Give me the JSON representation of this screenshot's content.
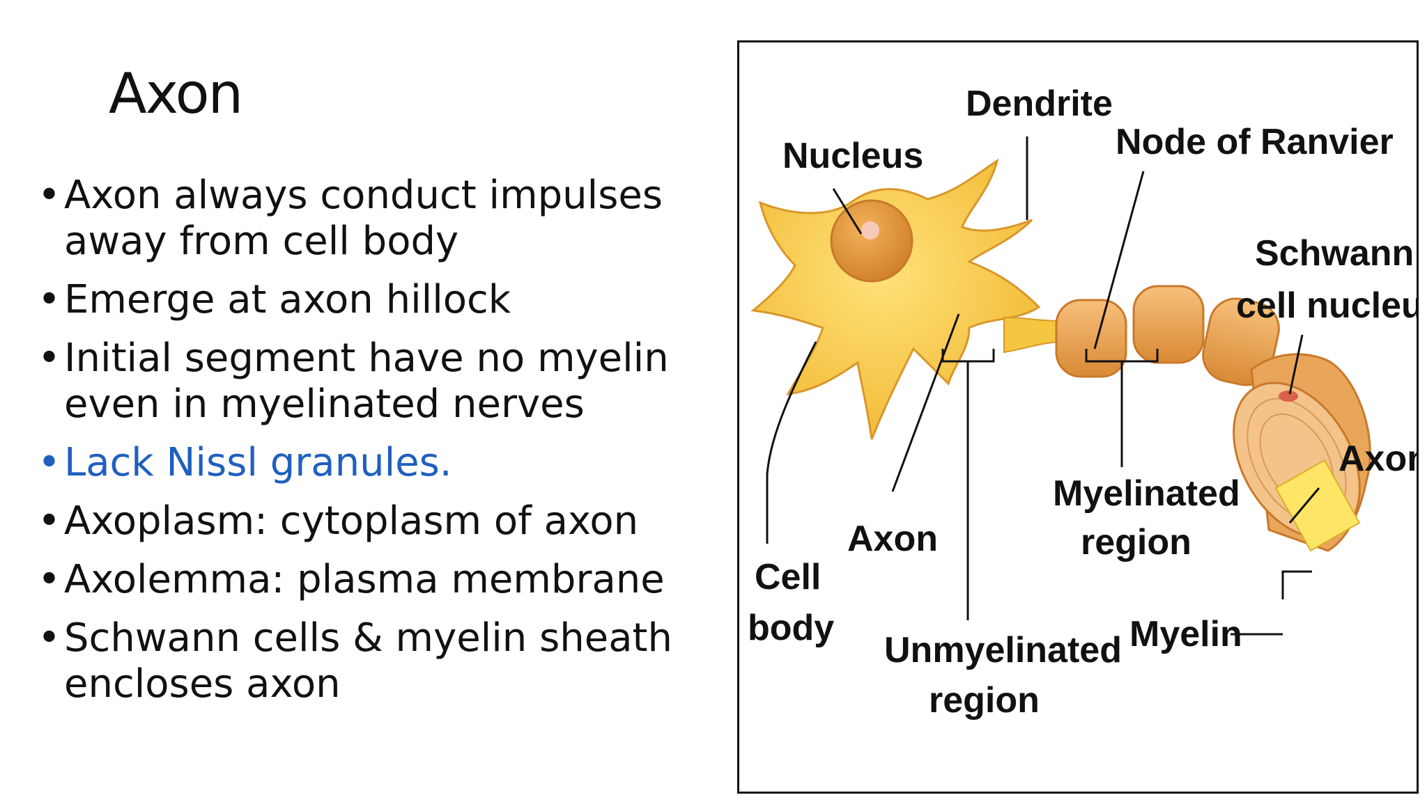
{
  "slide": {
    "title": "Axon",
    "bullets": [
      {
        "text": "Axon always conduct impulses away from cell body",
        "accent": false
      },
      {
        "text": "Emerge at axon hillock",
        "accent": false
      },
      {
        "text": "Initial segment have no myelin even in myelinated nerves",
        "accent": false
      },
      {
        "text": "Lack Nissl granules.",
        "accent": true
      },
      {
        "text": "Axoplasm: cytoplasm of axon",
        "accent": false
      },
      {
        "text": "Axolemma: plasma membrane",
        "accent": false
      },
      {
        "text": "Schwann cells & myelin sheath encloses axon",
        "accent": false
      }
    ],
    "bullet_glyph": "•",
    "accent_color": "#1f5fbf"
  },
  "figure": {
    "labels": {
      "dendrite": "Dendrite",
      "nucleus": "Nucleus",
      "node_of_ranvier": "Node of Ranvier",
      "schwann_line1": "Schwann",
      "schwann_line2": "cell nucleus",
      "axon_right": "Axon",
      "myelinated_line1": "Myelinated",
      "myelinated_line2": "region",
      "axon_center": "Axon",
      "cell_line1": "Cell",
      "cell_line2": "body",
      "unmyelinated_line1": "Unmyelinated",
      "unmyelinated_line2": "region",
      "myelin": "Myelin"
    },
    "colors": {
      "cell_body": "#f5c640",
      "cell_edge": "#d9962a",
      "nucleus": "#e39a3a",
      "myelin": "#f0a84a",
      "myelin_dark": "#c9782a",
      "axon_core": "#ffe566"
    }
  }
}
